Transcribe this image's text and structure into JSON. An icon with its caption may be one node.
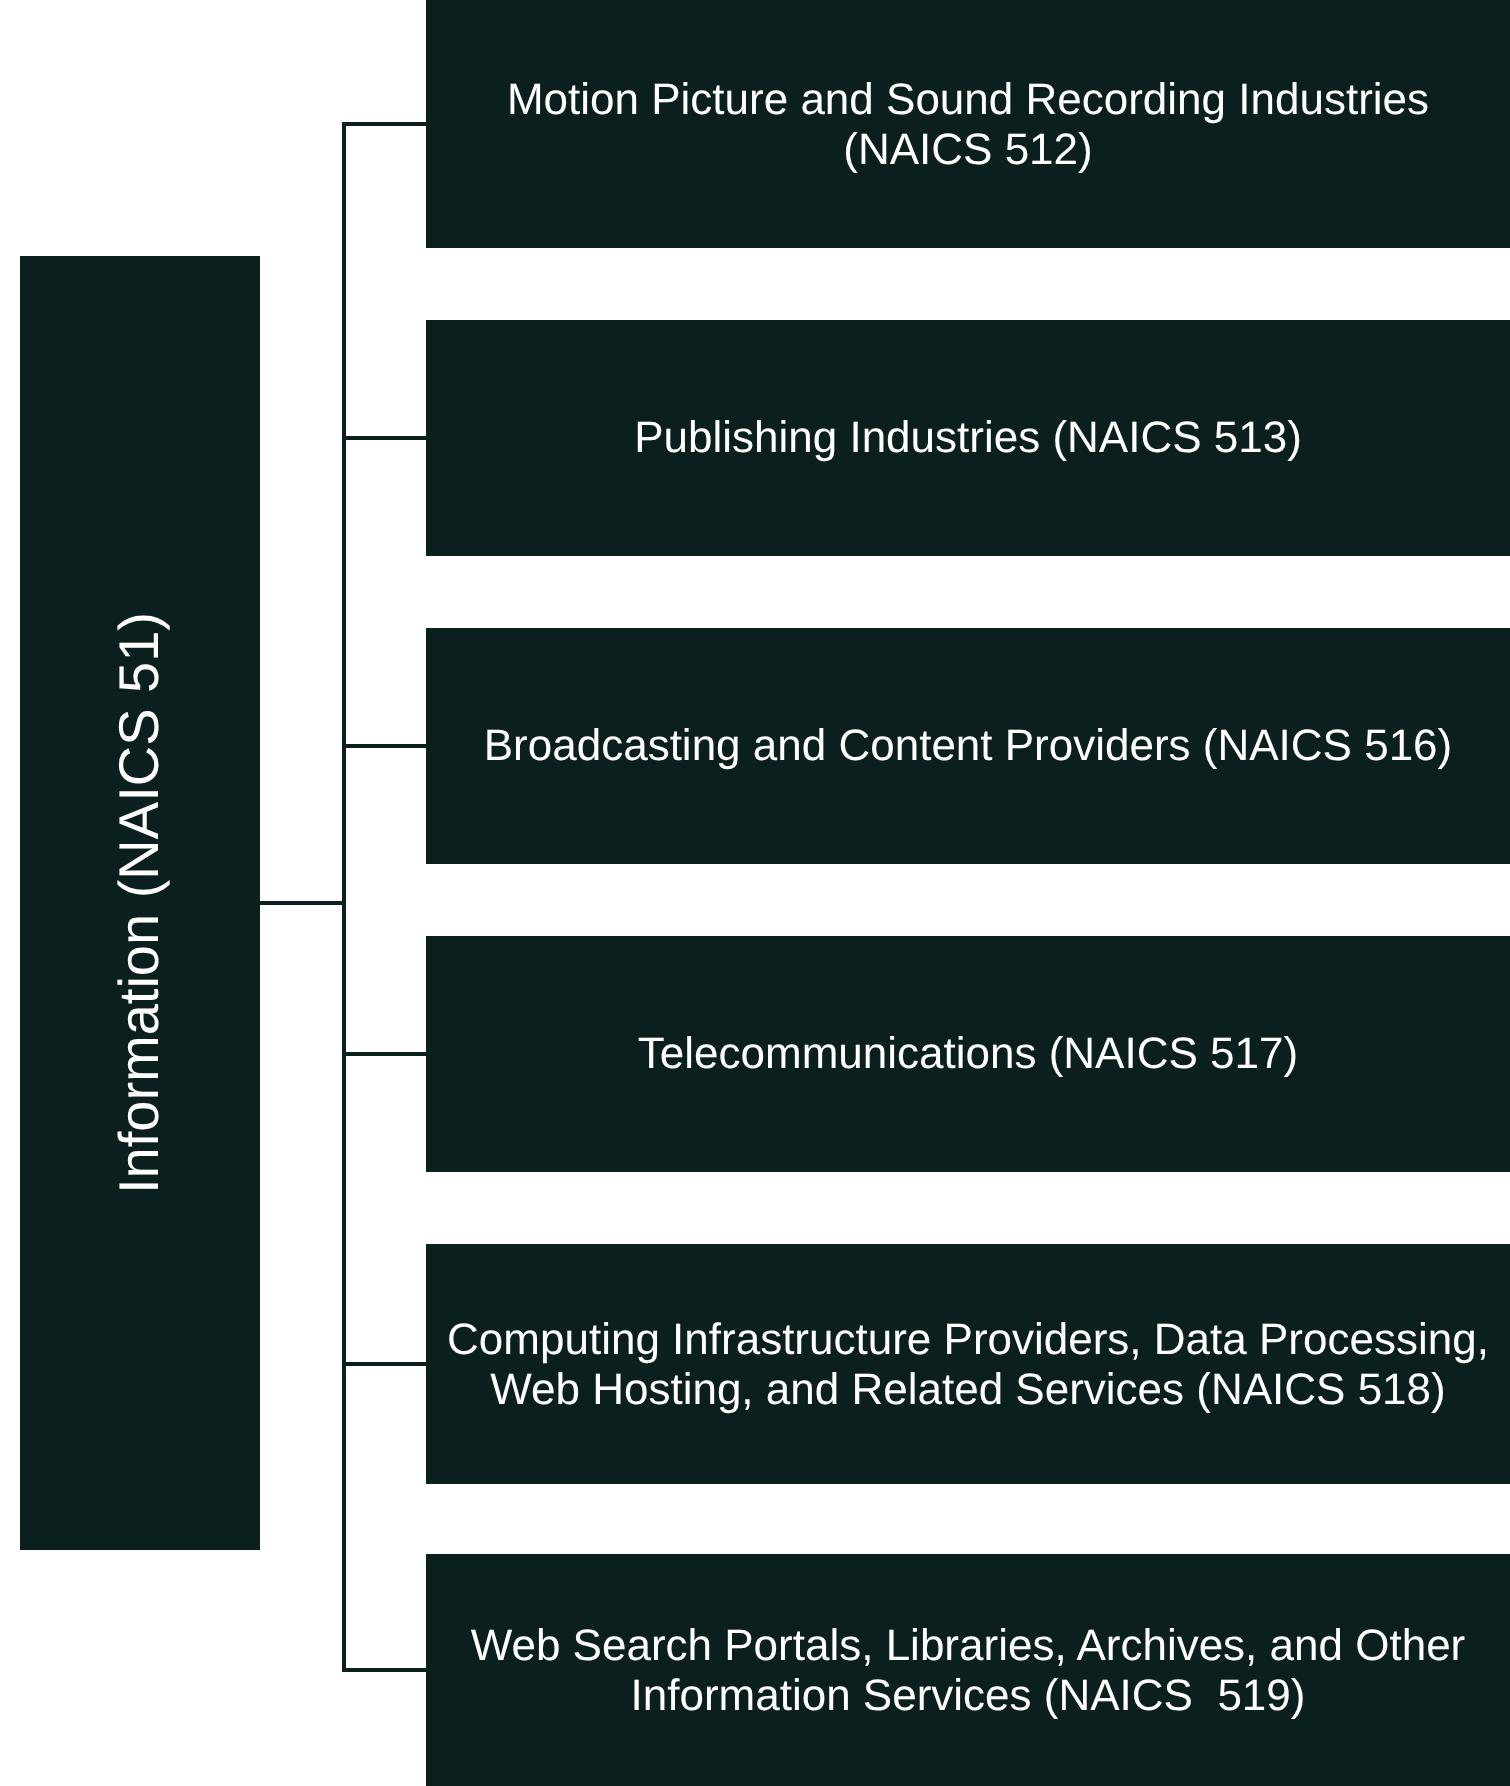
{
  "diagram": {
    "nodes": [
      {
        "text": [
          "Information (NAICS 51)"
        ]
      },
      {
        "text": [
          "Motion Picture and Sound Recording Industries (NAICS 512)"
        ]
      },
      {
        "text": [
          "Publishing Industries (NAICS 513)"
        ]
      },
      {
        "text": [
          "Broadcasting and Content Providers (NAICS 516)"
        ]
      },
      {
        "text": [
          "Telecommunications (NAICS 517)"
        ]
      },
      {
        "text": [
          "Computing Infrastructure Providers, Data Processing, Web Hosting, and Related Services (NAICS 518)"
        ]
      },
      {
        "text": [
          "Web Search Portals, Libraries, Archives, and Other Information Services (NAICS  519)"
        ]
      }
    ],
    "edges": [
      {
        "from": 0,
        "to": 1,
        "arrow": "none"
      },
      {
        "from": 0,
        "to": 2,
        "arrow": "none"
      },
      {
        "from": 0,
        "to": 3,
        "arrow": "none"
      },
      {
        "from": 0,
        "to": 4,
        "arrow": "none"
      },
      {
        "from": 0,
        "to": 5,
        "arrow": "none"
      },
      {
        "from": 0,
        "to": 6,
        "arrow": "none"
      }
    ]
  }
}
